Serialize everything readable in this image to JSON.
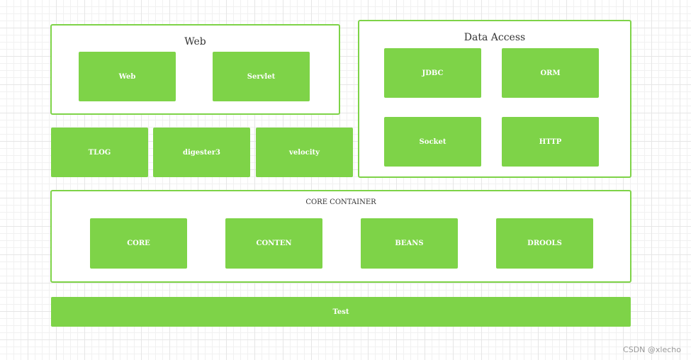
{
  "web": {
    "title": "Web",
    "items": [
      "Web",
      "Servlet"
    ]
  },
  "data_access": {
    "title": "Data Access",
    "items": [
      "JDBC",
      "ORM",
      "Socket",
      "HTTP"
    ]
  },
  "middle": {
    "items": [
      "TLOG",
      "digester3",
      "velocity"
    ]
  },
  "core_container": {
    "title": "CORE CONTAINER",
    "items": [
      "CORE",
      "CONTEN",
      "BEANS",
      "DROOLS"
    ]
  },
  "test": {
    "label": "Test"
  },
  "watermark": "CSDN @xlecho",
  "colors": {
    "box_fill": "#7ed348",
    "border": "#7ed348",
    "label": "#ffffff"
  }
}
